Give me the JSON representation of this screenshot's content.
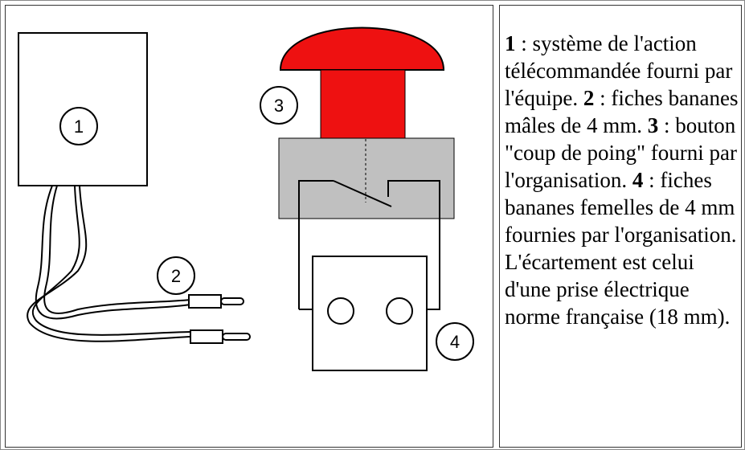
{
  "labels": {
    "n1": "1",
    "n2": "2",
    "n3": "3",
    "n4": "4"
  },
  "caption": {
    "parts": [
      {
        "bold": true,
        "text": "1"
      },
      {
        "bold": false,
        "text": " : système de l'action télécommandée fourni par l'équipe. "
      },
      {
        "bold": true,
        "text": "2"
      },
      {
        "bold": false,
        "text": " : fiches bananes mâles de 4 mm. "
      },
      {
        "bold": true,
        "text": "3"
      },
      {
        "bold": false,
        "text": " : bouton \"coup de poing\" fourni par l'organisation. "
      },
      {
        "bold": true,
        "text": "4"
      },
      {
        "bold": false,
        "text": " : fiches bananes femelles de 4 mm fournies par l'organisation. L'écartement est celui d'une prise électrique norme française (18 mm)."
      }
    ]
  },
  "colors": {
    "button_red": "#ee1111",
    "housing_gray": "#c0c0c0",
    "line": "#000000"
  }
}
